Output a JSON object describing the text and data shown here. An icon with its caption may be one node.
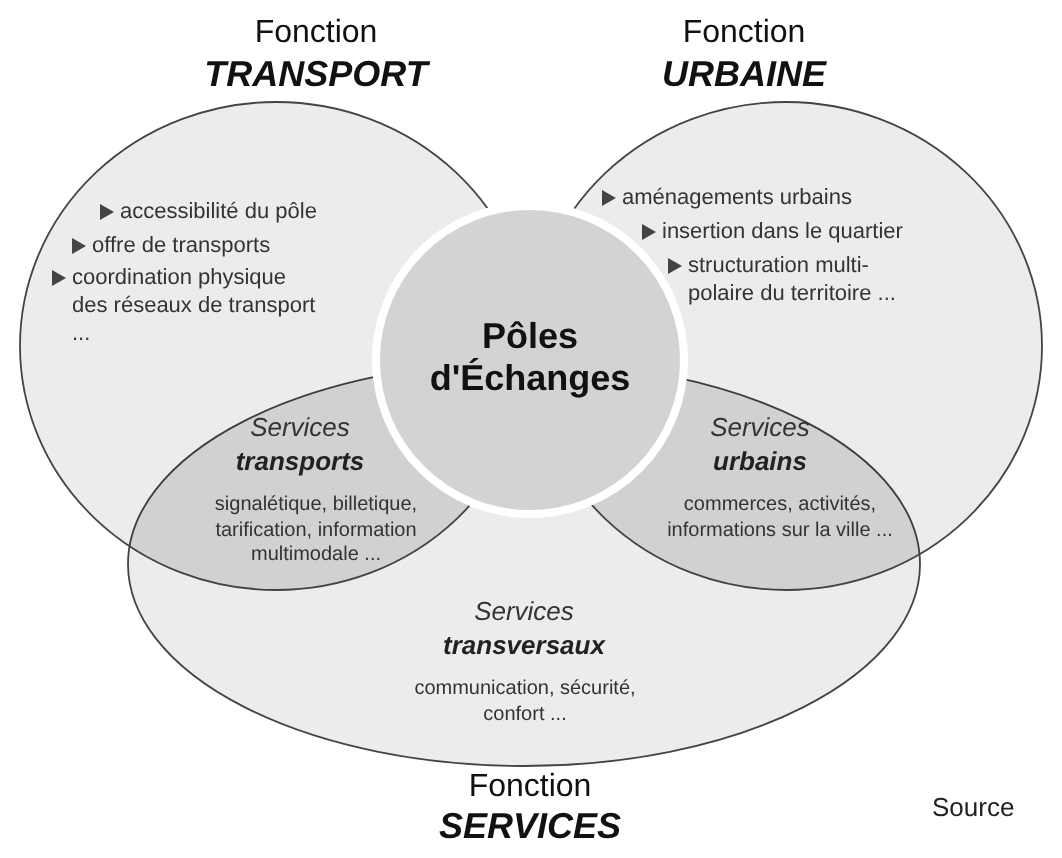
{
  "diagram": {
    "nodes": [
      {
        "text": [
          "Fonction",
          "TRANSPORT",
          "accessibilité du pôle",
          "offre de transports",
          "coordination physique des réseaux de transport ..."
        ]
      },
      {
        "text": [
          "Fonction",
          "URBAINE",
          "aménagements urbains",
          "insertion dans le quartier",
          "structuration multi- polaire du territoire ..."
        ]
      },
      {
        "text": [
          "Pôles d'Échanges"
        ]
      },
      {
        "text": [
          "Services",
          "transports",
          "signalétique, billetique, tarification, information multimodale ..."
        ]
      },
      {
        "text": [
          "Services",
          "urbains",
          "commerces, activités, informations sur la ville ..."
        ]
      },
      {
        "text": [
          "Services",
          "transversaux",
          "communication, sécurité, confort ...",
          "Fonction",
          "SERVICES"
        ]
      }
    ],
    "labels": [
      "Source"
    ]
  }
}
